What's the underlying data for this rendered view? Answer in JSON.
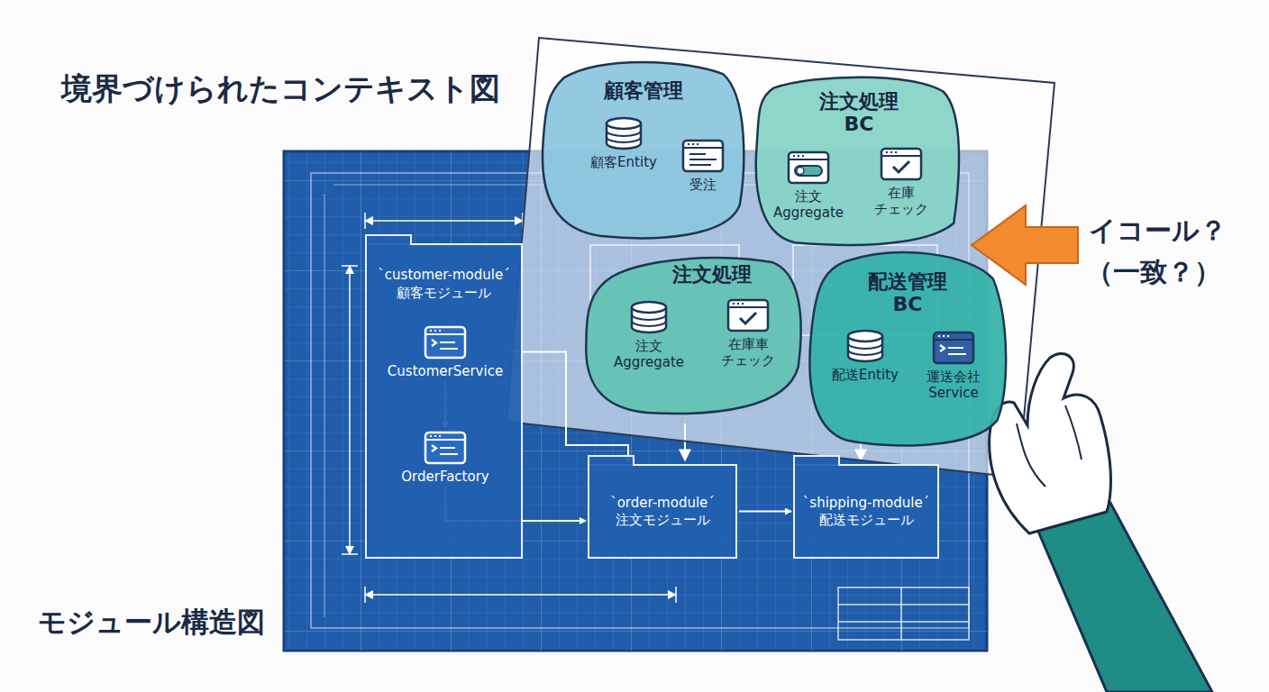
{
  "diagram": {
    "title": "境界づけられたコンテキスト図",
    "nodes": [
      {
        "text": [
          "`customer-module´ 顧客モジュール"
        ]
      },
      {
        "text": [
          "CustomerService"
        ],
        "in": 0
      },
      {
        "text": [
          "OrderFactory"
        ],
        "in": 0
      },
      {
        "text": [
          "`order-module´ 注文モジュール"
        ]
      },
      {
        "text": [
          "`shipping-module´ 配送モジュール"
        ]
      },
      {
        "text": [
          "顧客管理"
        ]
      },
      {
        "text": [
          "顧客Entity"
        ],
        "in": 5
      },
      {
        "text": [
          "受注"
        ],
        "in": 5
      },
      {
        "text": [
          "注文処理 BC"
        ]
      },
      {
        "text": [
          "注文 Aggregate"
        ],
        "in": 8
      },
      {
        "text": [
          "在庫 チェック"
        ],
        "in": 8
      },
      {
        "text": [
          "注文処理"
        ]
      },
      {
        "text": [
          "注文 Aggregate"
        ],
        "in": 11
      },
      {
        "text": [
          "在庫車 チェック"
        ],
        "in": 11
      },
      {
        "text": [
          "配送管理 BC"
        ]
      },
      {
        "text": [
          "配送Entity"
        ],
        "in": 14
      },
      {
        "text": [
          "運送会社 Service"
        ],
        "in": 14
      }
    ],
    "edges": [
      {
        "from": 1,
        "to": 2,
        "arrow": "to"
      },
      {
        "from": 1,
        "to": 3,
        "arrow": "to"
      },
      {
        "from": 2,
        "to": 3,
        "arrow": "to"
      },
      {
        "from": 3,
        "to": 4,
        "arrow": "to"
      }
    ],
    "labels": [
      "モジュール構造図",
      "イコール？",
      "（一致？）"
    ]
  }
}
